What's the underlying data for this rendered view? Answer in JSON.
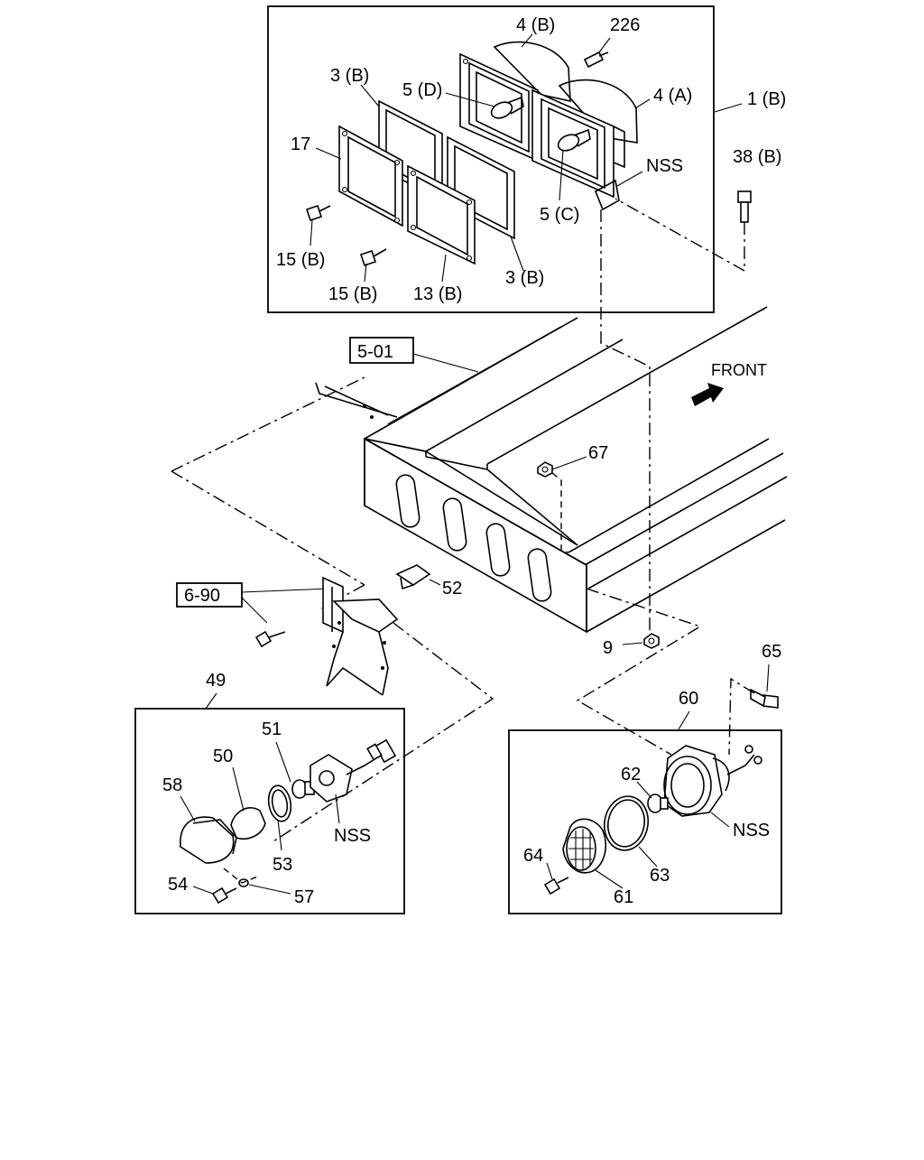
{
  "callouts": {
    "c_4b": "4 (B)",
    "c_226": "226",
    "c_3b_top": "3 (B)",
    "c_5d": "5 (D)",
    "c_4a": "4 (A)",
    "c_1b": "1 (B)",
    "c_17": "17",
    "c_nss_top": "NSS",
    "c_38b": "38 (B)",
    "c_5c": "5 (C)",
    "c_15b_a": "15 (B)",
    "c_15b_b": "15 (B)",
    "c_13b": "13 (B)",
    "c_3b_bot": "3 (B)",
    "c_501": "5-01",
    "c_front": "FRONT",
    "c_67": "67",
    "c_690": "6-90",
    "c_52": "52",
    "c_9": "9",
    "c_65": "65",
    "c_49": "49",
    "c_60": "60",
    "c_51": "51",
    "c_50": "50",
    "c_58": "58",
    "c_nss_left": "NSS",
    "c_53": "53",
    "c_54": "54",
    "c_57": "57",
    "c_62": "62",
    "c_nss_right": "NSS",
    "c_64": "64",
    "c_63": "63",
    "c_61": "61"
  },
  "colors": {
    "ink": "#000000",
    "paper": "#ffffff"
  }
}
